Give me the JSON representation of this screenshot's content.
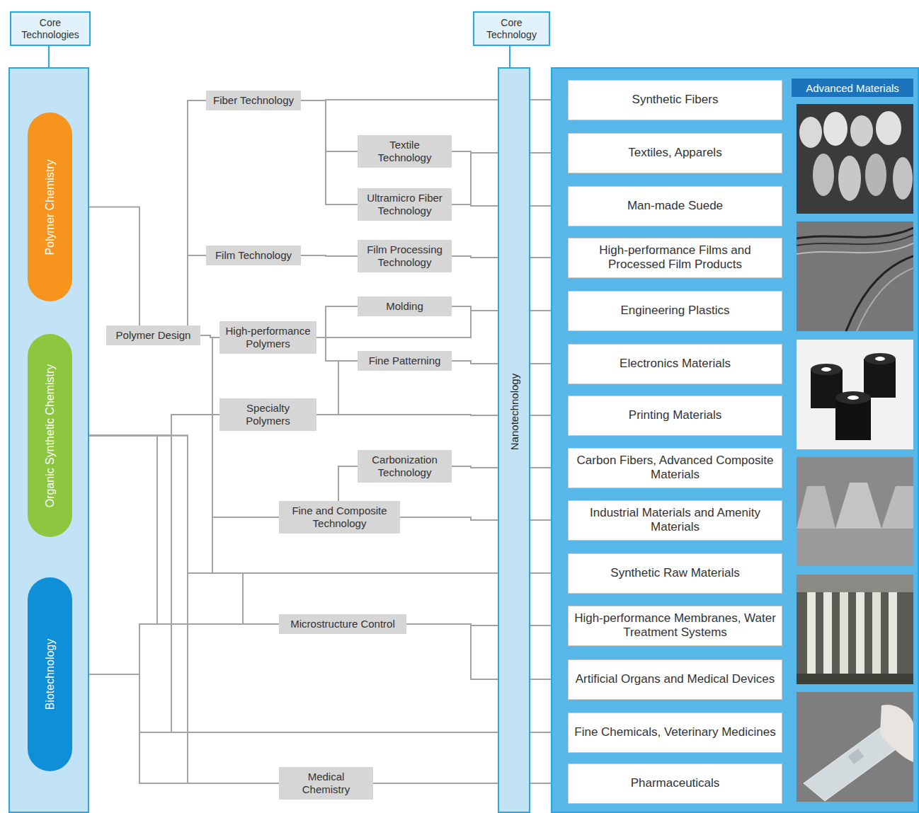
{
  "diagram": {
    "nodes": [
      {
        "text": [
          "Core Technologies"
        ]
      },
      {
        "text": [
          "Polymer Chemistry"
        ],
        "in": 0
      },
      {
        "text": [
          "Organic Synthetic Chemistry"
        ],
        "in": 0
      },
      {
        "text": [
          "Biotechnology"
        ],
        "in": 0
      },
      {
        "text": [
          "Polymer Design"
        ]
      },
      {
        "text": [
          "Fiber Technology"
        ]
      },
      {
        "text": [
          "Textile Technology"
        ]
      },
      {
        "text": [
          "Ultramicro Fiber Technology"
        ]
      },
      {
        "text": [
          "Film Technology"
        ]
      },
      {
        "text": [
          "Film Processing Technology"
        ]
      },
      {
        "text": [
          "High-performance Polymers"
        ]
      },
      {
        "text": [
          "Molding"
        ]
      },
      {
        "text": [
          "Fine Patterning"
        ]
      },
      {
        "text": [
          "Specialty Polymers"
        ]
      },
      {
        "text": [
          "Carbonization Technology"
        ]
      },
      {
        "text": [
          "Fine and Composite Technology"
        ]
      },
      {
        "text": [
          "Microstructure Control"
        ]
      },
      {
        "text": [
          "Medical Chemistry"
        ]
      },
      {
        "text": [
          "Core Technology",
          "Nanotechnology"
        ]
      },
      {
        "text": [
          "Advanced Materials"
        ]
      },
      {
        "text": [
          "Synthetic Fibers"
        ],
        "in": 19
      },
      {
        "text": [
          "Textiles, Apparels"
        ],
        "in": 19
      },
      {
        "text": [
          "Man-made Suede"
        ],
        "in": 19
      },
      {
        "text": [
          "High-performance Films and Processed Film Products"
        ],
        "in": 19
      },
      {
        "text": [
          "Engineering Plastics"
        ],
        "in": 19
      },
      {
        "text": [
          "Electronics Materials"
        ],
        "in": 19
      },
      {
        "text": [
          "Printing Materials"
        ],
        "in": 19
      },
      {
        "text": [
          "Carbon Fibers, Advanced Composite Materials"
        ],
        "in": 19
      },
      {
        "text": [
          "Industrial Materials and Amenity Materials"
        ],
        "in": 19
      },
      {
        "text": [
          "Synthetic Raw Materials"
        ],
        "in": 19
      },
      {
        "text": [
          "High-performance Membranes, Water Treatment Systems"
        ],
        "in": 19
      },
      {
        "text": [
          "Artificial Organs and Medical Devices"
        ],
        "in": 19
      },
      {
        "text": [
          "Fine Chemicals, Veterinary Medicines"
        ],
        "in": 19
      },
      {
        "text": [
          "Pharmaceuticals"
        ],
        "in": 19
      }
    ],
    "edges": [
      {
        "from": 1,
        "to": 4,
        "arrow": "none"
      },
      {
        "from": 4,
        "to": 5,
        "arrow": "none"
      },
      {
        "from": 4,
        "to": 8,
        "arrow": "none"
      },
      {
        "from": 4,
        "to": 10,
        "arrow": "none"
      },
      {
        "from": 2,
        "to": 13,
        "arrow": "none"
      },
      {
        "from": 2,
        "to": 29,
        "arrow": "none"
      },
      {
        "from": 2,
        "to": 32,
        "arrow": "none"
      },
      {
        "from": 2,
        "to": 16,
        "arrow": "none"
      },
      {
        "from": 2,
        "to": 17,
        "arrow": "none"
      },
      {
        "from": 3,
        "to": 16,
        "arrow": "none"
      },
      {
        "from": 3,
        "to": 32,
        "arrow": "none"
      },
      {
        "from": 3,
        "to": 17,
        "arrow": "none"
      },
      {
        "from": 10,
        "to": 15,
        "arrow": "none"
      },
      {
        "from": 10,
        "to": 29,
        "arrow": "none"
      },
      {
        "from": 16,
        "to": 29,
        "arrow": "none"
      },
      {
        "from": 5,
        "to": 20,
        "arrow": "none"
      },
      {
        "from": 5,
        "to": 6,
        "arrow": "none"
      },
      {
        "from": 5,
        "to": 7,
        "arrow": "none"
      },
      {
        "from": 6,
        "to": 21,
        "arrow": "none"
      },
      {
        "from": 6,
        "to": 22,
        "arrow": "none"
      },
      {
        "from": 7,
        "to": 21,
        "arrow": "none"
      },
      {
        "from": 7,
        "to": 22,
        "arrow": "none"
      },
      {
        "from": 8,
        "to": 9,
        "arrow": "none"
      },
      {
        "from": 9,
        "to": 23,
        "arrow": "none"
      },
      {
        "from": 10,
        "to": 11,
        "arrow": "none"
      },
      {
        "from": 10,
        "to": 12,
        "arrow": "none"
      },
      {
        "from": 13,
        "to": 12,
        "arrow": "none"
      },
      {
        "from": 13,
        "to": 26,
        "arrow": "none"
      },
      {
        "from": 11,
        "to": 24,
        "arrow": "none"
      },
      {
        "from": 10,
        "to": 24,
        "arrow": "none"
      },
      {
        "from": 12,
        "to": 25,
        "arrow": "none"
      },
      {
        "from": 15,
        "to": 14,
        "arrow": "none"
      },
      {
        "from": 14,
        "to": 27,
        "arrow": "none"
      },
      {
        "from": 15,
        "to": 28,
        "arrow": "none"
      },
      {
        "from": 16,
        "to": 30,
        "arrow": "none"
      },
      {
        "from": 16,
        "to": 31,
        "arrow": "none"
      },
      {
        "from": 17,
        "to": 33,
        "arrow": "none"
      }
    ]
  }
}
